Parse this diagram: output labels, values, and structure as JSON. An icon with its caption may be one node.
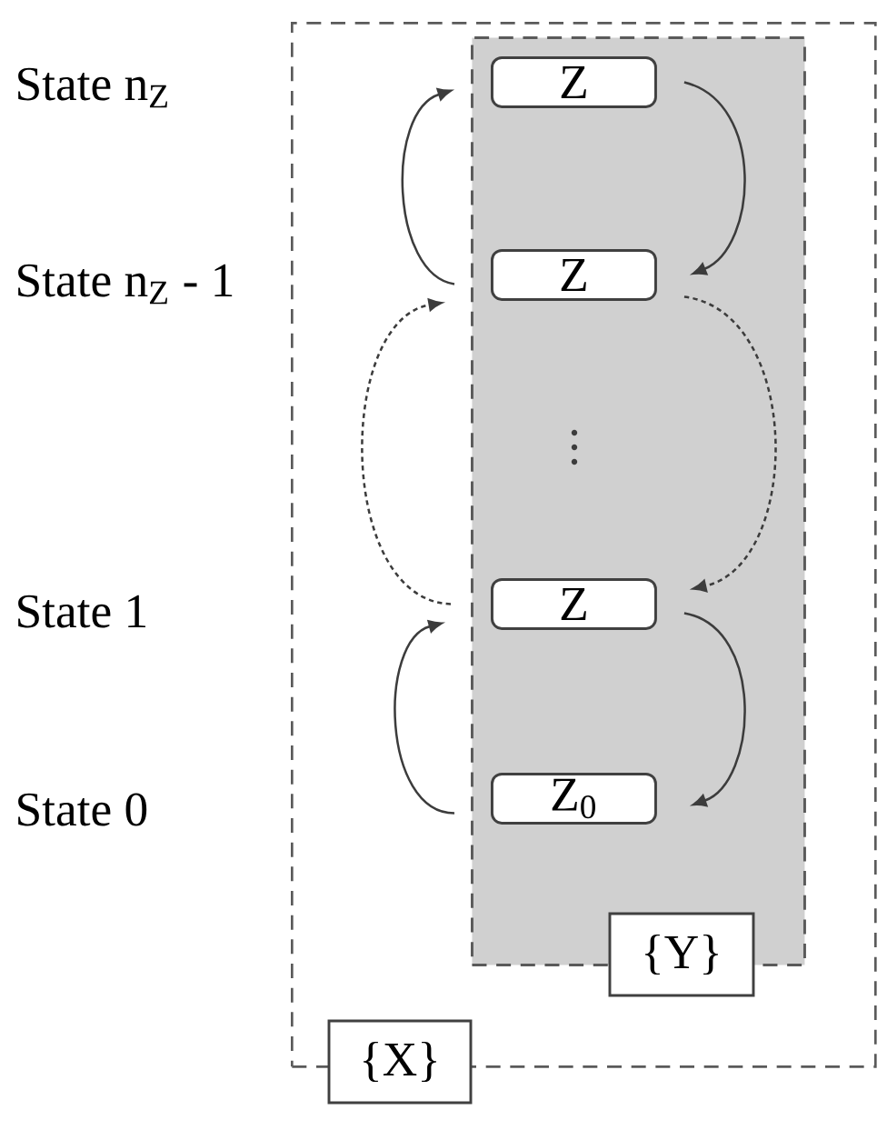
{
  "diagram": {
    "nodes": [
      {
        "text": [
          "{X}"
        ]
      },
      {
        "text": [
          "{Y}"
        ],
        "in": 0
      },
      {
        "text": [
          "Z"
        ],
        "in": 1
      },
      {
        "text": [
          "Z"
        ],
        "in": 1
      },
      {
        "text": [
          "Z"
        ],
        "in": 1
      },
      {
        "text": [
          "Z$_{0}$"
        ],
        "in": 1
      }
    ],
    "edges": [
      {
        "from": 2,
        "to": 3,
        "arrow": "to"
      },
      {
        "from": 3,
        "to": 2,
        "arrow": "to"
      },
      {
        "from": 3,
        "to": 4,
        "arrow": "to",
        "style": "dashed"
      },
      {
        "from": 4,
        "to": 3,
        "arrow": "to",
        "style": "dashed"
      },
      {
        "from": 4,
        "to": 5,
        "arrow": "to"
      },
      {
        "from": 5,
        "to": 4,
        "arrow": "to"
      }
    ],
    "labels": [
      "State n$_{Z}$",
      "State n$_{Z}$ - 1",
      "State 1",
      "State 0"
    ]
  }
}
